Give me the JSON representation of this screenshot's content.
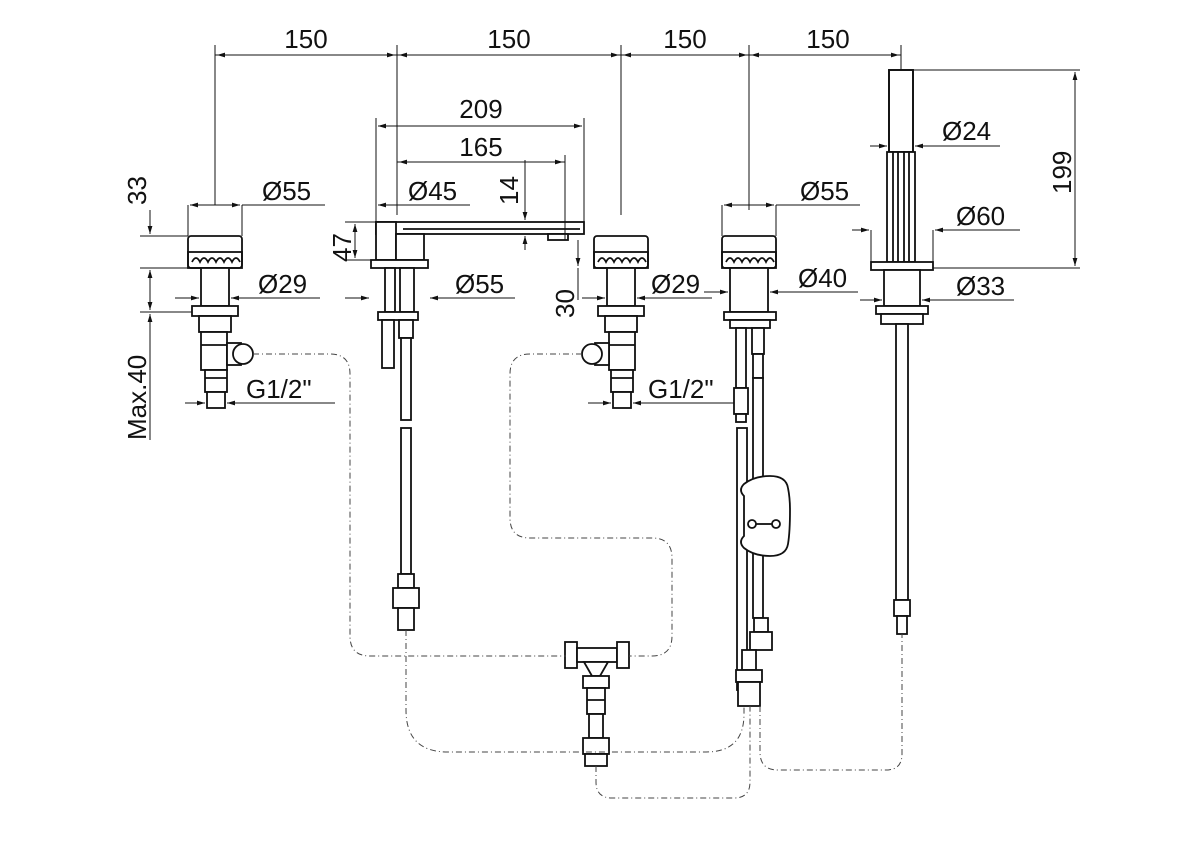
{
  "dimensions": {
    "spacing_1": "150",
    "spacing_2": "150",
    "spacing_3": "150",
    "spacing_4": "150",
    "spout_length": "209",
    "spout_reach": "165",
    "spout_diameter": "Ø45",
    "spout_tip_height": "14",
    "spout_height": "47",
    "spout_base_diameter": "Ø55",
    "rosette_height": "30",
    "left_handle_height": "33",
    "left_handle_diameter": "Ø55",
    "left_body_diameter": "Ø29",
    "max_thickness": "Max.40",
    "left_thread": "G1/2\"",
    "mid_handle_diameter": "Ø29",
    "mid_thread": "G1/2\"",
    "diverter_handle_diameter": "Ø55",
    "diverter_body_diameter": "Ø40",
    "shower_head_diameter": "Ø24",
    "shower_rosette_diameter": "Ø60",
    "shower_base_diameter": "Ø33",
    "shower_height": "199"
  }
}
